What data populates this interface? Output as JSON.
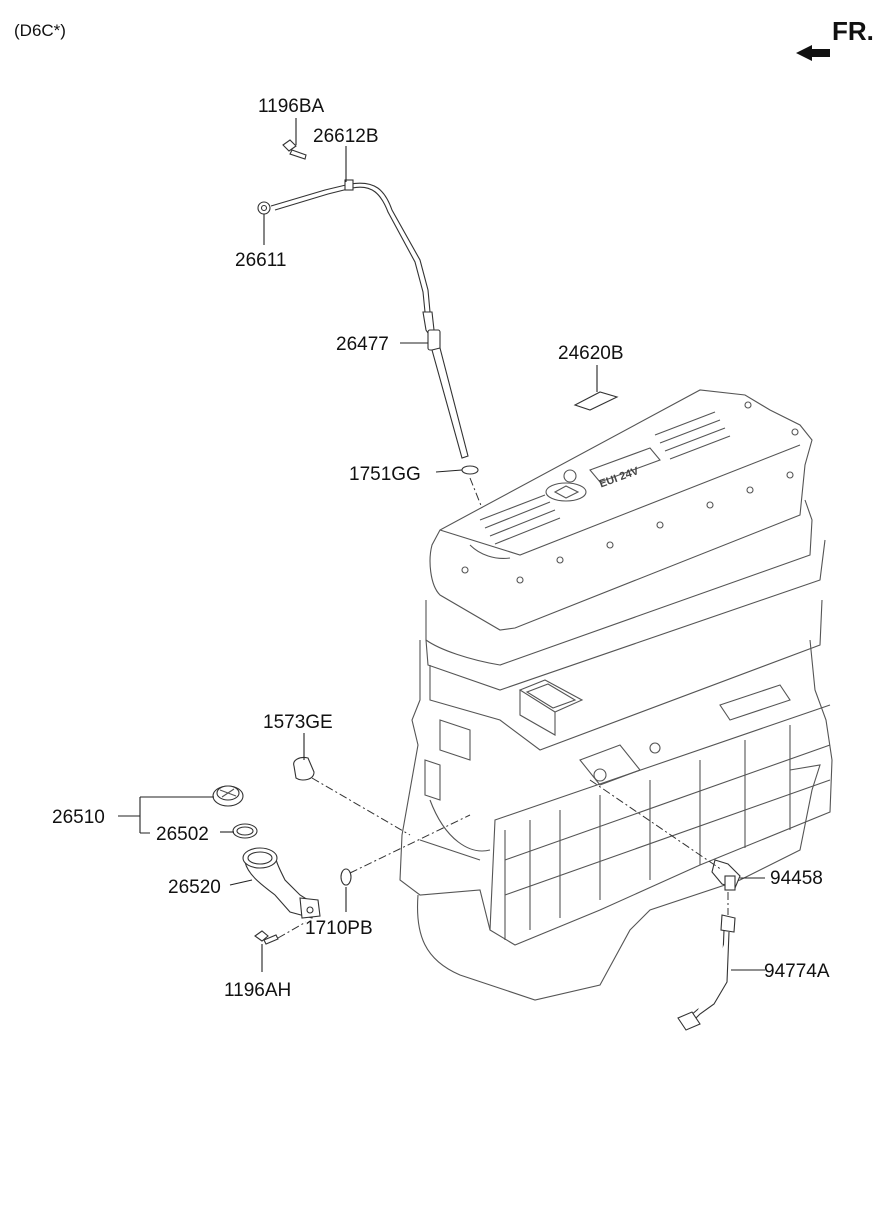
{
  "model_code": "(D6C*)",
  "direction_label": "FR.",
  "engine_cover_text": "EUI 24V",
  "parts": [
    {
      "id": "1196BA"
    },
    {
      "id": "26612B"
    },
    {
      "id": "26611"
    },
    {
      "id": "26477"
    },
    {
      "id": "24620B"
    },
    {
      "id": "1751GG"
    },
    {
      "id": "1573GE"
    },
    {
      "id": "26510"
    },
    {
      "id": "26502"
    },
    {
      "id": "26520"
    },
    {
      "id": "1710PB"
    },
    {
      "id": "1196AH"
    },
    {
      "id": "94458"
    },
    {
      "id": "94774A"
    }
  ]
}
